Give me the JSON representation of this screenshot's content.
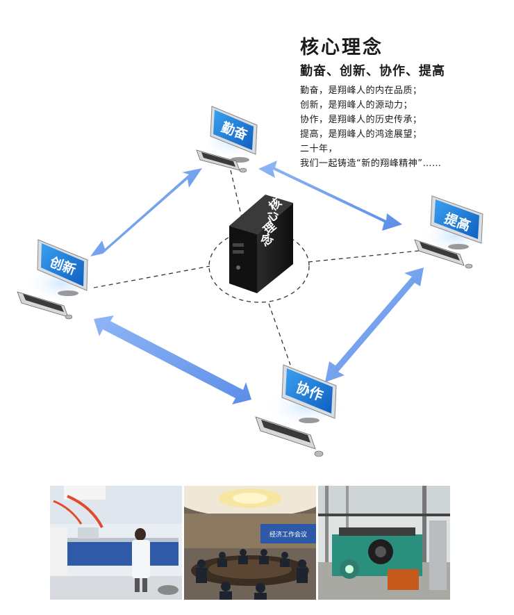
{
  "title": "核心理念",
  "subtitle": "勤奋、创新、协作、提高",
  "lines": [
    "勤奋，是翔峰人的内在品质；",
    "创新，是翔峰人的源动力；",
    "协作，是翔峰人的历史传承；",
    "提高，是翔峰人的鸿途展望；",
    "二十年，",
    "我们一起铸造“新的翔峰精神”……"
  ],
  "nodes": {
    "top": "勤奋",
    "left": "创新",
    "right": "提高",
    "bottom": "协作",
    "center_chars": [
      "核",
      "心",
      "理",
      "念"
    ]
  },
  "photos": {
    "meeting_banner": "经济工作会议"
  },
  "colors": {
    "screen_blue": "#1f7fd8",
    "arrow_blue": "#6e9ff0",
    "server_black": "#1b1b1b"
  }
}
